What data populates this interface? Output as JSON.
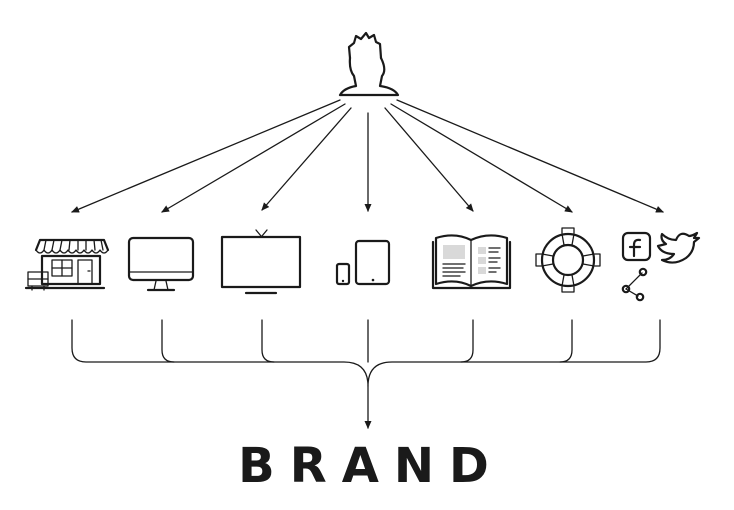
{
  "brand_label": "BRAND",
  "colors": {
    "ink": "#1a1a1a",
    "screen_fill": "#d9d9d9",
    "background": "#ffffff"
  },
  "user": {
    "icon": "person-silhouette-icon"
  },
  "touchpoints": [
    {
      "id": "store",
      "icon": "storefront-icon"
    },
    {
      "id": "desktop",
      "icon": "desktop-monitor-icon"
    },
    {
      "id": "tv",
      "icon": "television-icon"
    },
    {
      "id": "mobile",
      "icon": "phone-tablet-icon"
    },
    {
      "id": "print",
      "icon": "open-magazine-icon"
    },
    {
      "id": "support",
      "icon": "lifebuoy-icon"
    },
    {
      "id": "social",
      "icon": "social-media-icons"
    }
  ]
}
